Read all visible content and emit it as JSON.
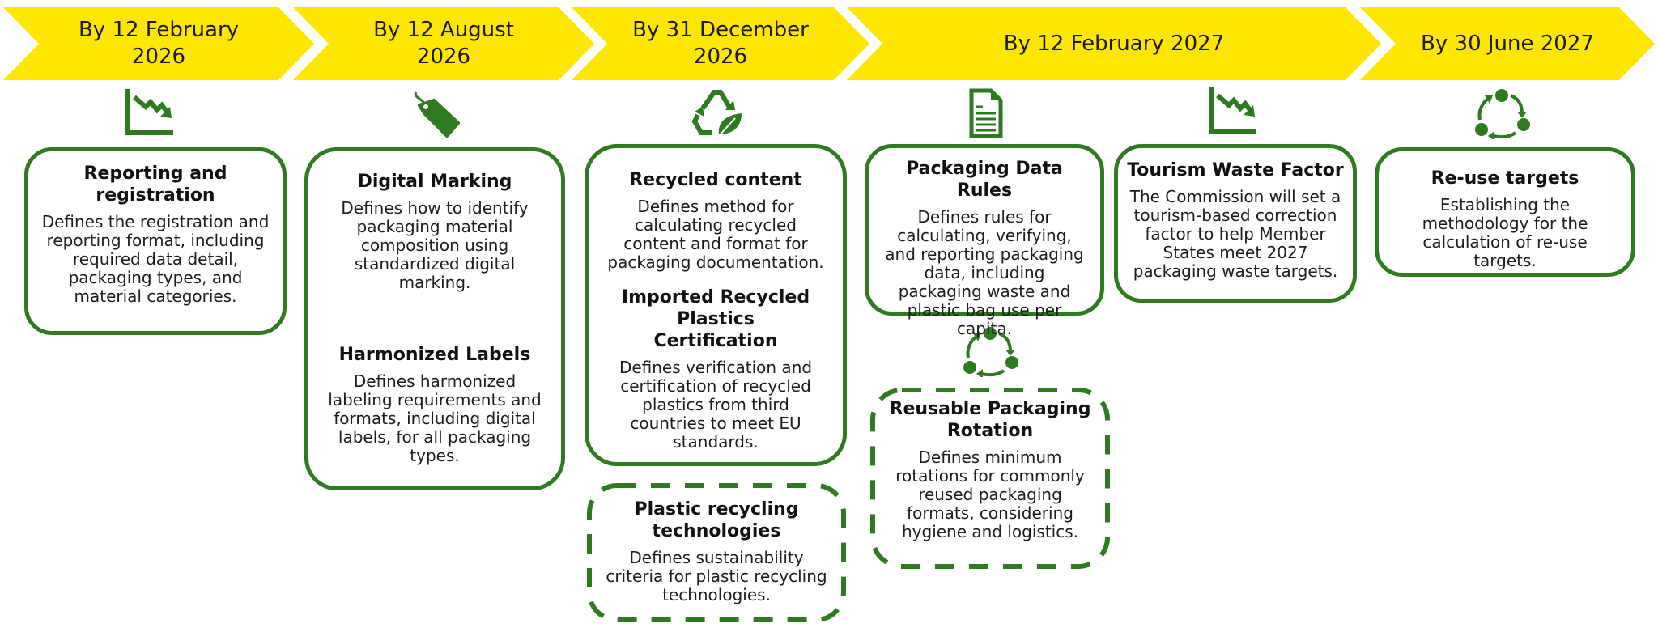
{
  "colors": {
    "yellow": "#ffe600",
    "green": "#2f7a21",
    "text": "#1a1a1a"
  },
  "milestones": [
    {
      "label": "By 12 February\n2026"
    },
    {
      "label": "By 12 August\n2026"
    },
    {
      "label": "By 31 December\n2026"
    },
    {
      "label": "By 12 February 2027"
    },
    {
      "label": "By 30 June 2027"
    }
  ],
  "icons": {
    "reporting": "declining-chart-icon",
    "marking": "price-tag-icon",
    "recycled": "recycle-leaf-icon",
    "data_rules": "document-icon",
    "tourism": "declining-chart-icon",
    "rotation": "cycle-icon",
    "reuse": "cycle-icon"
  },
  "cards": {
    "reporting": {
      "title": "Reporting and registration",
      "desc": "Defines the registration and reporting format, including required data detail, packaging types, and material categories."
    },
    "digital_marking": {
      "title": "Digital Marking",
      "desc": "Defines how to identify packaging material composition using standardized digital marking."
    },
    "harmonized_labels": {
      "title": "Harmonized Labels",
      "desc": "Defines harmonized labeling requirements and formats, including digital labels, for all packaging types."
    },
    "recycled_content": {
      "title": "Recycled content",
      "desc": "Defines method for calculating recycled content and format for packaging documentation."
    },
    "imported_plastics": {
      "title": "Imported Recycled Plastics Certification",
      "desc": "Defines verification and certification of recycled plastics from third countries to meet EU standards."
    },
    "plastic_tech": {
      "title": "Plastic recycling technologies",
      "desc": "Defines sustainability criteria for plastic recycling technologies."
    },
    "data_rules": {
      "title": "Packaging Data Rules",
      "desc": "Defines rules for calculating, verifying, and reporting packaging data, including packaging waste and plastic bag use per capita."
    },
    "reusable_rotation": {
      "title": "Reusable Packaging Rotation",
      "desc": "Defines minimum rotations for commonly reused packaging formats, considering hygiene and logistics."
    },
    "tourism": {
      "title": "Tourism Waste Factor",
      "desc": "The Commission will set a tourism-based correction factor to help Member States meet 2027 packaging waste targets."
    },
    "reuse_targets": {
      "title": "Re-use targets",
      "desc": "Establishing the methodology for the calculation of re-use targets."
    }
  }
}
